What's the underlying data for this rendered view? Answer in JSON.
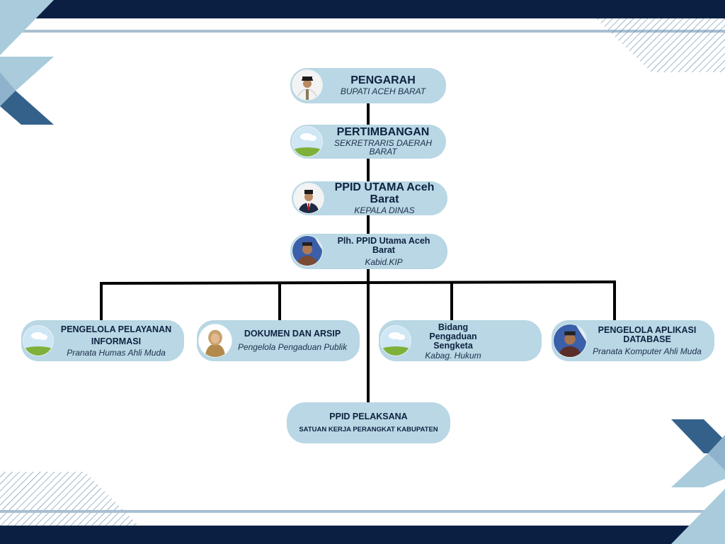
{
  "org_chart": {
    "nodes": {
      "pengarah": {
        "title": "PENGARAH",
        "subtitle": "BUPATI ACEH BARAT",
        "avatar": "official-photo"
      },
      "pertimbangan": {
        "title": "PERTIMBANGAN",
        "subtitle": "SEKRETRARIS DAERAH BARAT",
        "avatar": "placeholder-landscape"
      },
      "ppid_utama": {
        "title": "PPID UTAMA Aceh Barat",
        "subtitle": "KEPALA DINAS",
        "avatar": "official-photo"
      },
      "plh_ppid": {
        "title": "Plh. PPID Utama Aceh Barat",
        "subtitle": "Kabid.KIP",
        "avatar": "staff-photo"
      },
      "pengelola_pelayanan": {
        "title": "PENGELOLA PELAYANAN INFORMASI",
        "subtitle": "Pranata Humas Ahli Muda",
        "avatar": "placeholder-landscape"
      },
      "dokumen_arsip": {
        "title": "DOKUMEN DAN ARSIP",
        "subtitle": "Pengelola Pengaduan Publik",
        "avatar": "staff-photo-hijab"
      },
      "bidang_pengaduan": {
        "title": "Bidang Pengaduan Sengketa",
        "subtitle": "Kabag. Hukum",
        "avatar": "placeholder-landscape"
      },
      "pengelola_aplikasi": {
        "title": "PENGELOLA APLIKASI DATABASE",
        "subtitle": "Pranata Komputer Ahli Muda",
        "avatar": "staff-photo"
      },
      "ppid_pelaksana": {
        "title": "PPID PELAKSANA",
        "subtitle": "SATUAN KERJA PERANGKAT KABUPATEN"
      }
    }
  },
  "theme": {
    "navy": "#0b1f42",
    "steel": "#33618a",
    "light_blue": "#a9cbdc",
    "node_fill": "#b9d7e4",
    "line": "#000000"
  }
}
